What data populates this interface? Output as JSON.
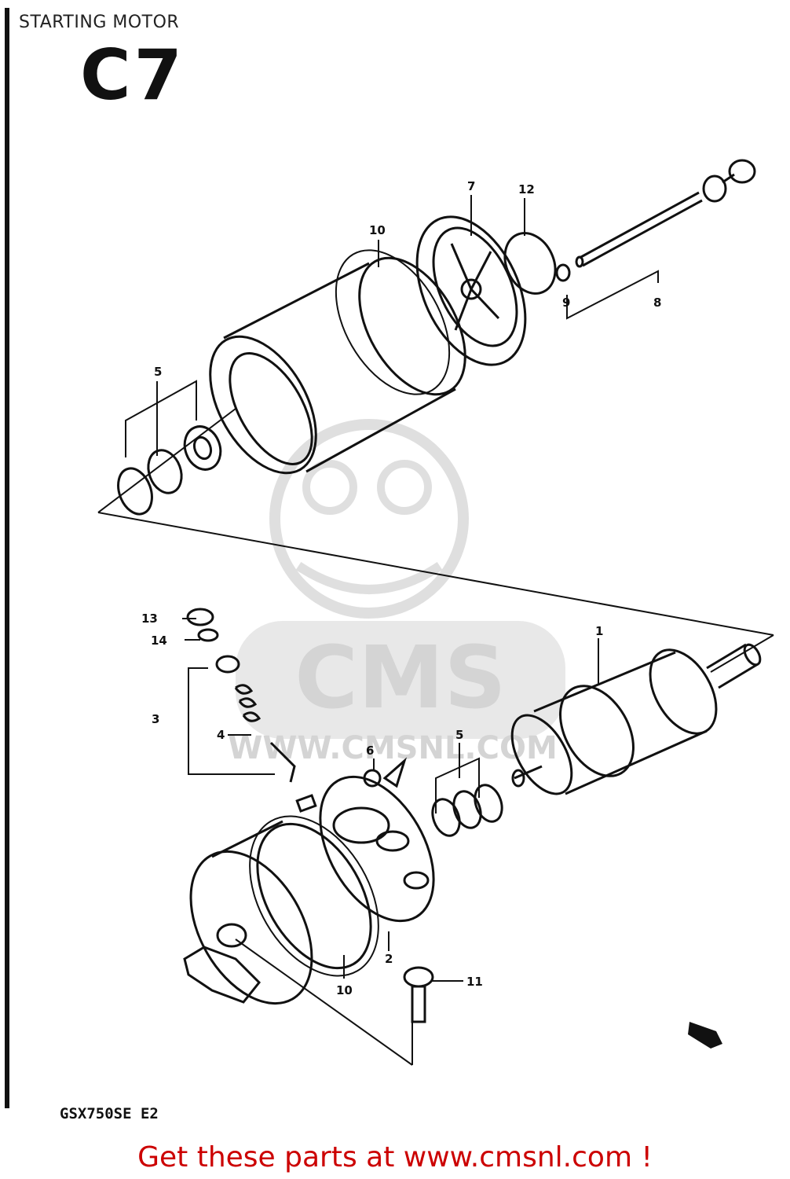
{
  "header": {
    "title": "STARTING MOTOR",
    "section_code": "C7"
  },
  "diagram": {
    "model_code": "GSX750SE E2",
    "part_callouts": [
      "1",
      "2",
      "3",
      "4",
      "5",
      "5",
      "6",
      "7",
      "8",
      "9",
      "10",
      "10",
      "11",
      "12",
      "13",
      "14"
    ],
    "watermark": {
      "brand": "CMS",
      "url": "WWW.CMSNL.COM"
    }
  },
  "footer": {
    "link_text": "Get these parts at www.cmsnl.com !"
  },
  "colors": {
    "line": "#111111",
    "link": "#cc0000",
    "watermark": "#dcdcdc"
  }
}
